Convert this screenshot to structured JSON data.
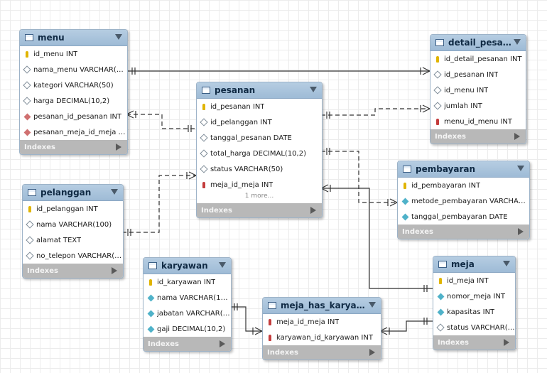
{
  "footer_label": "Indexes",
  "tables": {
    "menu": {
      "title": "menu",
      "columns": [
        {
          "name": "id_menu INT",
          "kind": "pk"
        },
        {
          "name": "nama_menu VARCHAR(10...",
          "kind": "attr"
        },
        {
          "name": "kategori VARCHAR(50)",
          "kind": "attr"
        },
        {
          "name": "harga DECIMAL(10,2)",
          "kind": "attr"
        },
        {
          "name": "pesanan_id_pesanan INT",
          "kind": "fk-attr"
        },
        {
          "name": "pesanan_meja_id_meja INT",
          "kind": "fk-attr"
        }
      ]
    },
    "detail_pesanan": {
      "title": "detail_pesan...",
      "columns": [
        {
          "name": "id_detail_pesanan INT",
          "kind": "pk"
        },
        {
          "name": "id_pesanan INT",
          "kind": "attr"
        },
        {
          "name": "id_menu INT",
          "kind": "attr"
        },
        {
          "name": "jumlah INT",
          "kind": "attr"
        },
        {
          "name": "menu_id_menu INT",
          "kind": "fk"
        }
      ]
    },
    "pesanan": {
      "title": "pesanan",
      "columns": [
        {
          "name": "id_pesanan INT",
          "kind": "pk"
        },
        {
          "name": "id_pelanggan INT",
          "kind": "attr"
        },
        {
          "name": "tanggal_pesanan DATE",
          "kind": "attr"
        },
        {
          "name": "total_harga DECIMAL(10,2)",
          "kind": "attr"
        },
        {
          "name": "status VARCHAR(50)",
          "kind": "attr"
        },
        {
          "name": "meja_id_meja INT",
          "kind": "fk"
        }
      ],
      "more": "1 more..."
    },
    "pelanggan": {
      "title": "pelanggan",
      "columns": [
        {
          "name": "id_pelanggan INT",
          "kind": "pk"
        },
        {
          "name": "nama VARCHAR(100)",
          "kind": "attr"
        },
        {
          "name": "alamat TEXT",
          "kind": "attr"
        },
        {
          "name": "no_telepon VARCHAR(2...",
          "kind": "attr"
        }
      ]
    },
    "pembayaran": {
      "title": "pembayaran",
      "columns": [
        {
          "name": "id_pembayaran INT",
          "kind": "pk"
        },
        {
          "name": "metode_pembayaran VARCHAR(5...",
          "kind": "nn"
        },
        {
          "name": "tanggal_pembayaran DATE",
          "kind": "nn"
        }
      ]
    },
    "karyawan": {
      "title": "karyawan",
      "columns": [
        {
          "name": "id_karyawan INT",
          "kind": "pk"
        },
        {
          "name": "nama VARCHAR(100)",
          "kind": "nn"
        },
        {
          "name": "jabatan VARCHAR(5...",
          "kind": "nn"
        },
        {
          "name": "gaji DECIMAL(10,2)",
          "kind": "nn"
        }
      ]
    },
    "meja_has_karyawan": {
      "title": "meja_has_karyaw...",
      "columns": [
        {
          "name": "meja_id_meja INT",
          "kind": "fk"
        },
        {
          "name": "karyawan_id_karyawan INT",
          "kind": "fk"
        }
      ]
    },
    "meja": {
      "title": "meja",
      "columns": [
        {
          "name": "id_meja INT",
          "kind": "pk"
        },
        {
          "name": "nomor_meja INT",
          "kind": "nn"
        },
        {
          "name": "kapasitas INT",
          "kind": "nn"
        },
        {
          "name": "status VARCHAR(2...",
          "kind": "attr"
        }
      ]
    }
  }
}
